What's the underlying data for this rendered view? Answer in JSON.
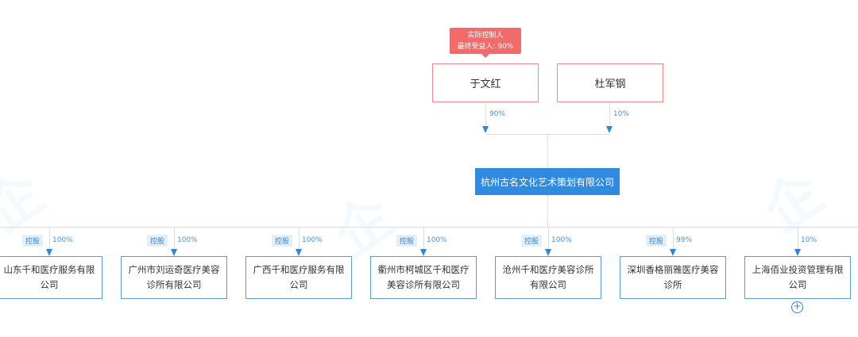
{
  "controller_tag": {
    "line1": "实际控制人",
    "line2": "最终受益人: 90%"
  },
  "shareholders": [
    {
      "name": "于文红",
      "percent": "90%"
    },
    {
      "name": "杜军钢",
      "percent": "10%"
    }
  ],
  "company": "杭州古名文化艺术策划有限公司",
  "investments": [
    {
      "name": "山东千和医疗服务有限公司",
      "tag": "控股",
      "percent": "100%"
    },
    {
      "name": "广州市刘运奇医疗美容诊所有限公司",
      "tag": "控股",
      "percent": "100%"
    },
    {
      "name": "广西千和医疗服务有限公司",
      "tag": "控股",
      "percent": "100%"
    },
    {
      "name": "衢州市柯城区千和医疗美容诊所有限公司",
      "tag": "控股",
      "percent": "100%"
    },
    {
      "name": "沧州千和医疗美容诊所有限公司",
      "tag": "控股",
      "percent": "100%"
    },
    {
      "name": "深圳香格丽雅医疗美容诊所",
      "tag": "控股",
      "percent": "99%"
    },
    {
      "name": "上海佰业投资管理有限公司",
      "tag": "",
      "percent": "10%"
    }
  ],
  "expand_icon": "plus-circle-icon",
  "colors": {
    "accent": "#2f8ae0",
    "controller": "#f26b6b"
  }
}
